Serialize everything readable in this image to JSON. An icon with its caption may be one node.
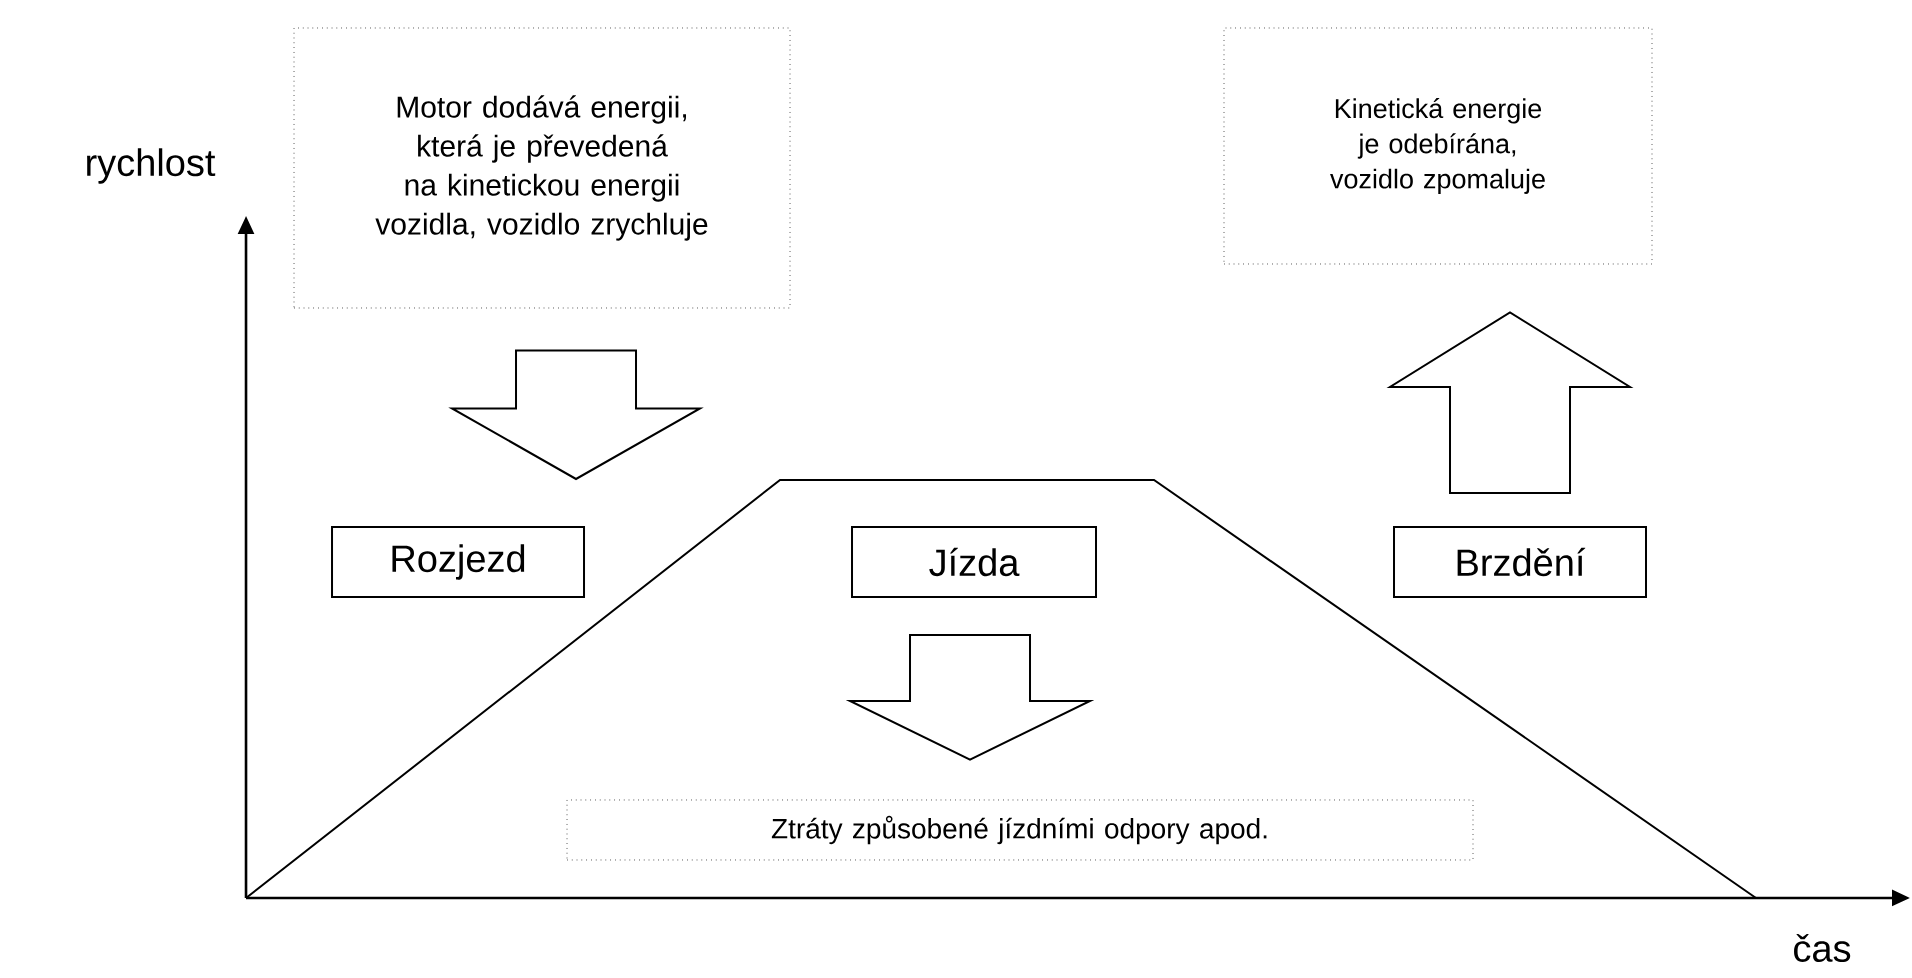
{
  "diagram": {
    "nodes": [
      {
        "text": [
          "Motor dodává energii, která je převedená na kinetickou energii vozidla, vozidlo zrychluje"
        ]
      },
      {
        "text": [
          "Kinetická energie je odebírána, vozidlo zpomaluje"
        ]
      },
      {
        "text": [
          "Rozjezd"
        ]
      },
      {
        "text": [
          "Jízda"
        ]
      },
      {
        "text": [
          "Brzdění"
        ]
      },
      {
        "text": [
          "Ztráty způsobené jízdními odpory apod."
        ]
      }
    ],
    "edges": [
      {
        "from": 0,
        "to": 2,
        "arrow": "to"
      },
      {
        "from": 3,
        "to": 5,
        "arrow": "to"
      },
      {
        "from": 4,
        "to": 1,
        "arrow": "to"
      }
    ],
    "labels": [
      "rychlost",
      "čas"
    ]
  }
}
